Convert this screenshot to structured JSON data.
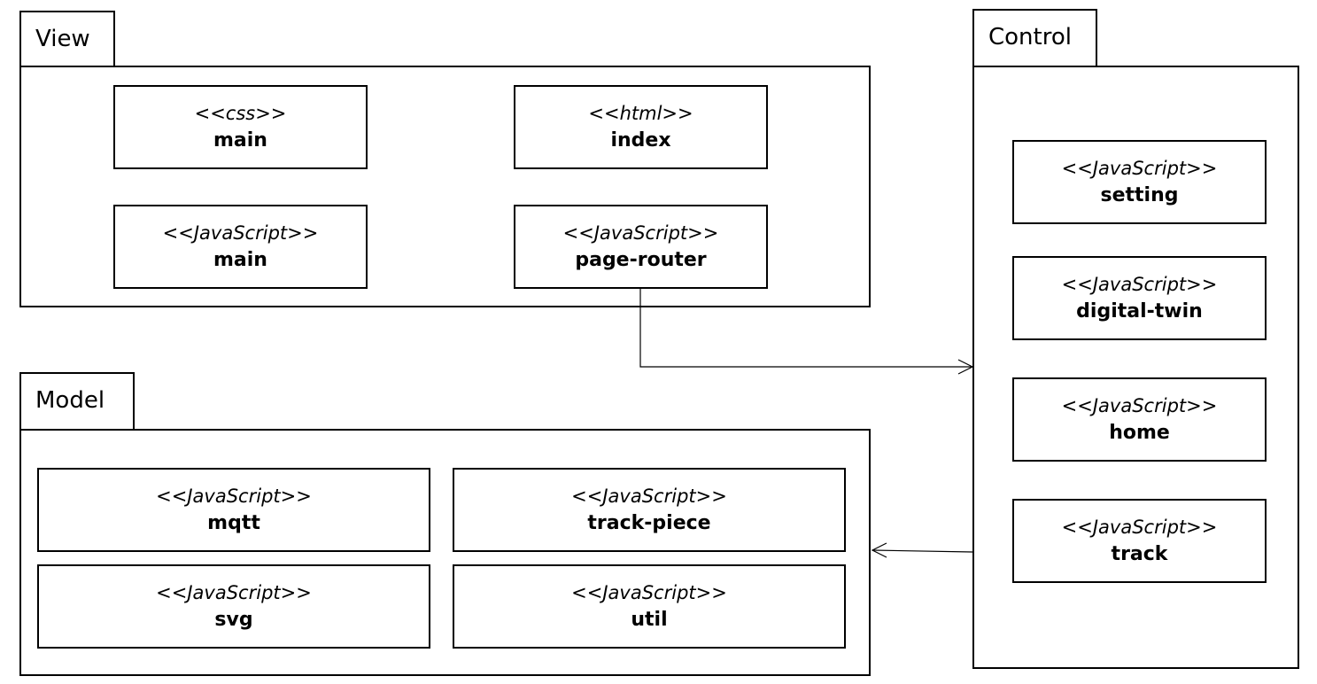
{
  "packages": {
    "view": {
      "name": "View",
      "classes": [
        {
          "stereotype": "<<css>>",
          "name": "main"
        },
        {
          "stereotype": "<<html>>",
          "name": "index"
        },
        {
          "stereotype": "<<JavaScript>>",
          "name": "main"
        },
        {
          "stereotype": "<<JavaScript>>",
          "name": "page-router"
        }
      ]
    },
    "control": {
      "name": "Control",
      "classes": [
        {
          "stereotype": "<<JavaScript>>",
          "name": "setting"
        },
        {
          "stereotype": "<<JavaScript>>",
          "name": "digital-twin"
        },
        {
          "stereotype": "<<JavaScript>>",
          "name": "home"
        },
        {
          "stereotype": "<<JavaScript>>",
          "name": "track"
        }
      ]
    },
    "model": {
      "name": "Model",
      "classes": [
        {
          "stereotype": "<<JavaScript>>",
          "name": "mqtt"
        },
        {
          "stereotype": "<<JavaScript>>",
          "name": "track-piece"
        },
        {
          "stereotype": "<<JavaScript>>",
          "name": "svg"
        },
        {
          "stereotype": "<<JavaScript>>",
          "name": "util"
        }
      ]
    }
  }
}
